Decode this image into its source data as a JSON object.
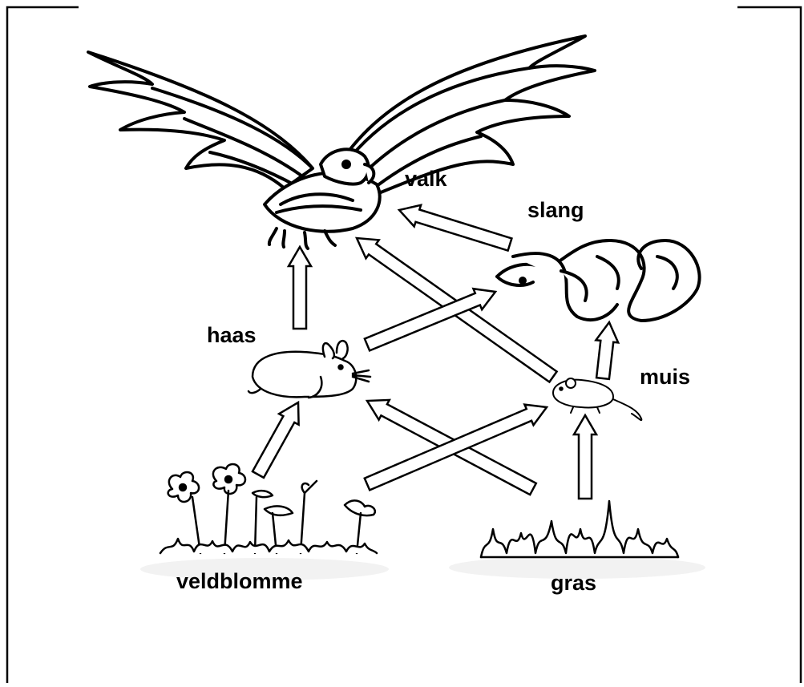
{
  "diagram": {
    "organisms": {
      "valk": "valk",
      "slang": "slang",
      "haas": "haas",
      "muis": "muis",
      "veldblomme": "veldblomme",
      "gras": "gras"
    },
    "arrows": [
      {
        "from": "haas",
        "to": "valk"
      },
      {
        "from": "slang",
        "to": "valk"
      },
      {
        "from": "muis",
        "to": "valk"
      },
      {
        "from": "haas",
        "to": "slang"
      },
      {
        "from": "muis",
        "to": "slang"
      },
      {
        "from": "veldblomme",
        "to": "haas"
      },
      {
        "from": "gras",
        "to": "haas"
      },
      {
        "from": "veldblomme",
        "to": "muis"
      },
      {
        "from": "gras",
        "to": "muis"
      }
    ]
  }
}
